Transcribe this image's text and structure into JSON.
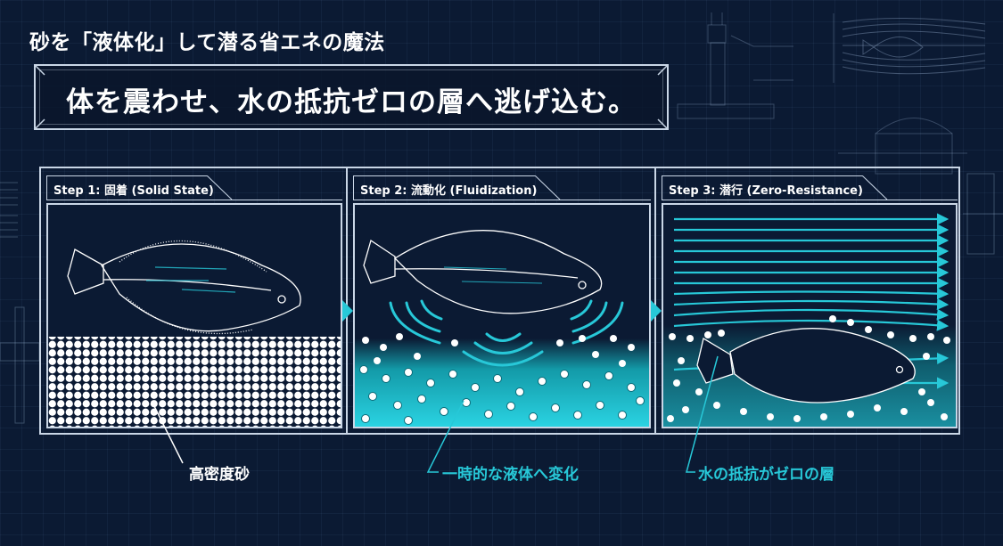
{
  "header": {
    "title": "砂を「液体化」して潜る省エネの魔法",
    "subtitle": "体を震わせ、水の抵抗ゼロの層へ逃げ込む。"
  },
  "steps": [
    {
      "label": "Step 1: 固着 (Solid State)",
      "caption": "高密度砂",
      "icon": "flatfish-on-packed-sand-icon",
      "sand_style": "dense-packed"
    },
    {
      "label": "Step 2: 流動化 (Fluidization)",
      "caption": "一時的な液体へ変化",
      "icon": "flatfish-vibrating-waves-icon",
      "sand_style": "fluidized"
    },
    {
      "label": "Step 3: 潜行 (Zero-Resistance)",
      "caption": "水の抵抗がゼロの層",
      "icon": "flatfish-submerged-flow-icon",
      "sand_style": "zero-resistance"
    }
  ],
  "colors": {
    "background": "#0b1a33",
    "frame": "#c9d6e6",
    "accent_cyan": "#27c8d8",
    "text": "#ffffff"
  }
}
